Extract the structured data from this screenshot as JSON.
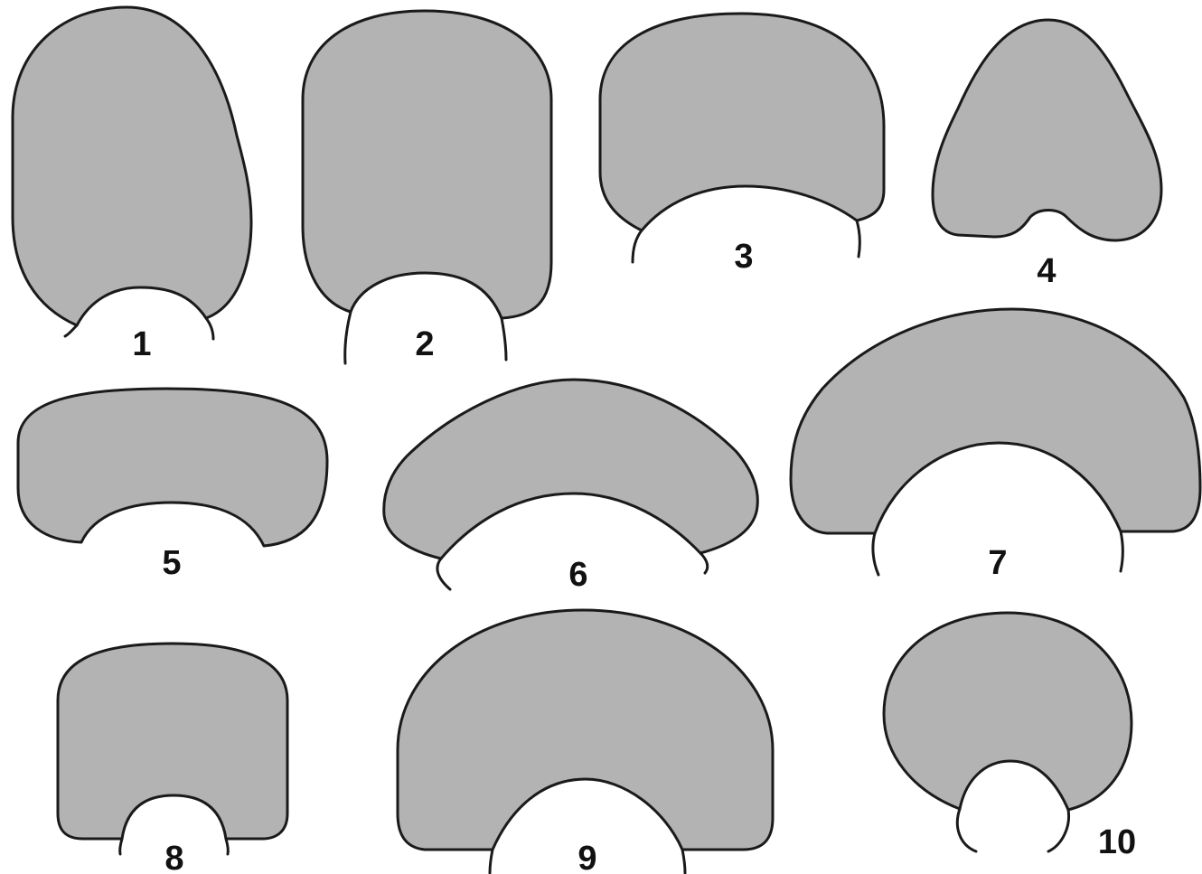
{
  "labels": [
    "1",
    "2",
    "3",
    "4",
    "5",
    "6",
    "7",
    "8",
    "9",
    "10"
  ],
  "colors": {
    "fill": "#b3b3b3",
    "stroke": "#1a1a1a",
    "background": "#ffffff"
  }
}
